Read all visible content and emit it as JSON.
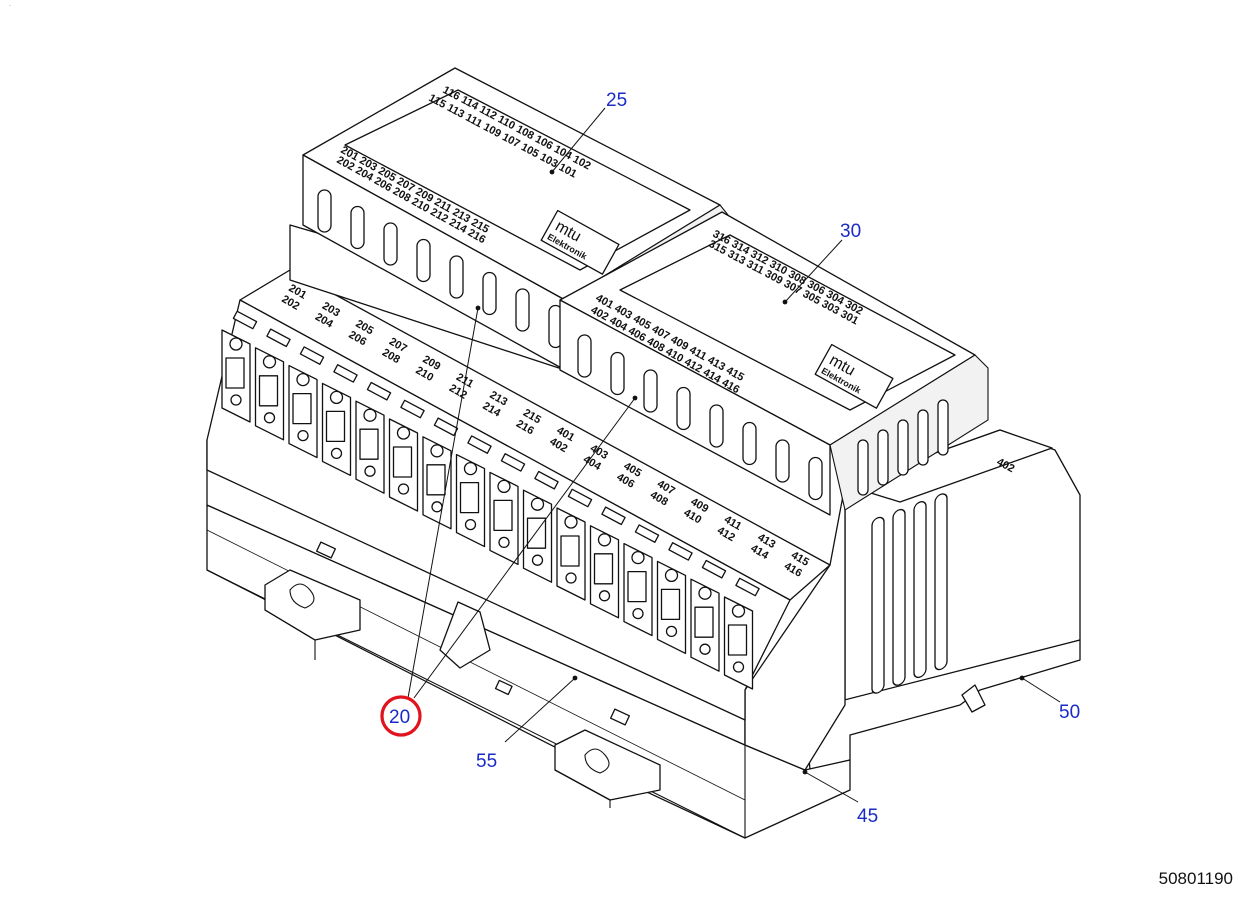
{
  "figure_marker": "`",
  "document_number": "50801190",
  "callouts": [
    {
      "label": "25",
      "highlighted": false
    },
    {
      "label": "30",
      "highlighted": false
    },
    {
      "label": "20",
      "highlighted": true
    },
    {
      "label": "55",
      "highlighted": false
    },
    {
      "label": "50",
      "highlighted": false
    },
    {
      "label": "45",
      "highlighted": false
    }
  ],
  "callout_color": "#1a2bc8",
  "highlight_color": "#e0141e",
  "modules": [
    {
      "brand": "mtu",
      "brand_subtitle": "Elektronik",
      "top_row_a": "116 114 112 110 108 106 104 102",
      "top_row_b": "115 113 111 109 107 105 103 101",
      "front_row_a": "201 203 205 207 209 211 213 215",
      "front_row_b": "202 204 206 208 210 212 214 216"
    },
    {
      "brand": "mtu",
      "brand_subtitle": "Elektronik",
      "top_row_a": "316 314 312 310 308 306 304 302",
      "top_row_b": "315 313 311 309 307 305 303 301",
      "front_row_a": "401 403 405 407 409 411 413 415",
      "front_row_b": "402 404 406 408 410 412 414 416"
    }
  ],
  "terminal_labels": [
    {
      "a": "201",
      "b": "202"
    },
    {
      "a": "203",
      "b": "204"
    },
    {
      "a": "205",
      "b": "206"
    },
    {
      "a": "207",
      "b": "208"
    },
    {
      "a": "209",
      "b": "210"
    },
    {
      "a": "211",
      "b": "212"
    },
    {
      "a": "213",
      "b": "214"
    },
    {
      "a": "215",
      "b": "216"
    },
    {
      "a": "401",
      "b": "402"
    },
    {
      "a": "403",
      "b": "404"
    },
    {
      "a": "405",
      "b": "406"
    },
    {
      "a": "407",
      "b": "408"
    },
    {
      "a": "409",
      "b": "410"
    },
    {
      "a": "411",
      "b": "412"
    },
    {
      "a": "413",
      "b": "414"
    },
    {
      "a": "415",
      "b": "416"
    }
  ],
  "side_terminal_label": "402"
}
